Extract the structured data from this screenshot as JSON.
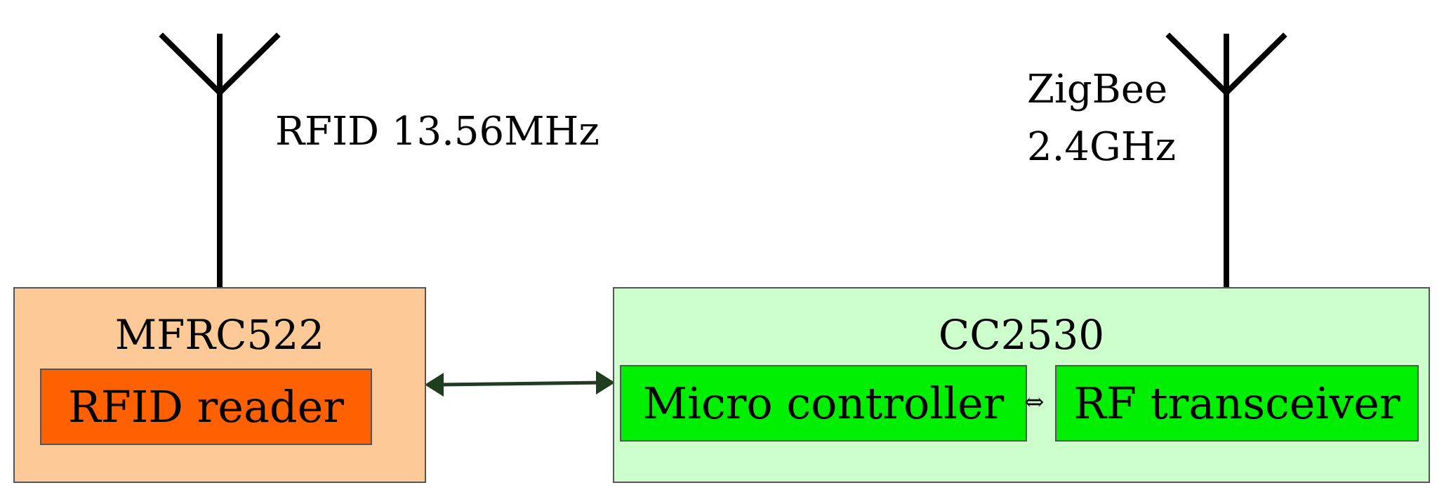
{
  "rfid_antenna": {
    "label": "RFID 13.56MHz"
  },
  "zigbee_antenna": {
    "label_line1": "ZigBee",
    "label_line2": "2.4GHz"
  },
  "mfrc522": {
    "title": "MFRC522",
    "inner_label": "RFID reader",
    "fill": "#fdc997",
    "inner_fill": "#ff6100"
  },
  "cc2530": {
    "title": "CC2530",
    "left_label": "Micro controller",
    "right_label": "RF transceiver",
    "fill": "#ccffcc",
    "inner_fill": "#00ee00"
  },
  "connector": {
    "color": "#1f3d1f",
    "small_glyph": "⇔"
  }
}
